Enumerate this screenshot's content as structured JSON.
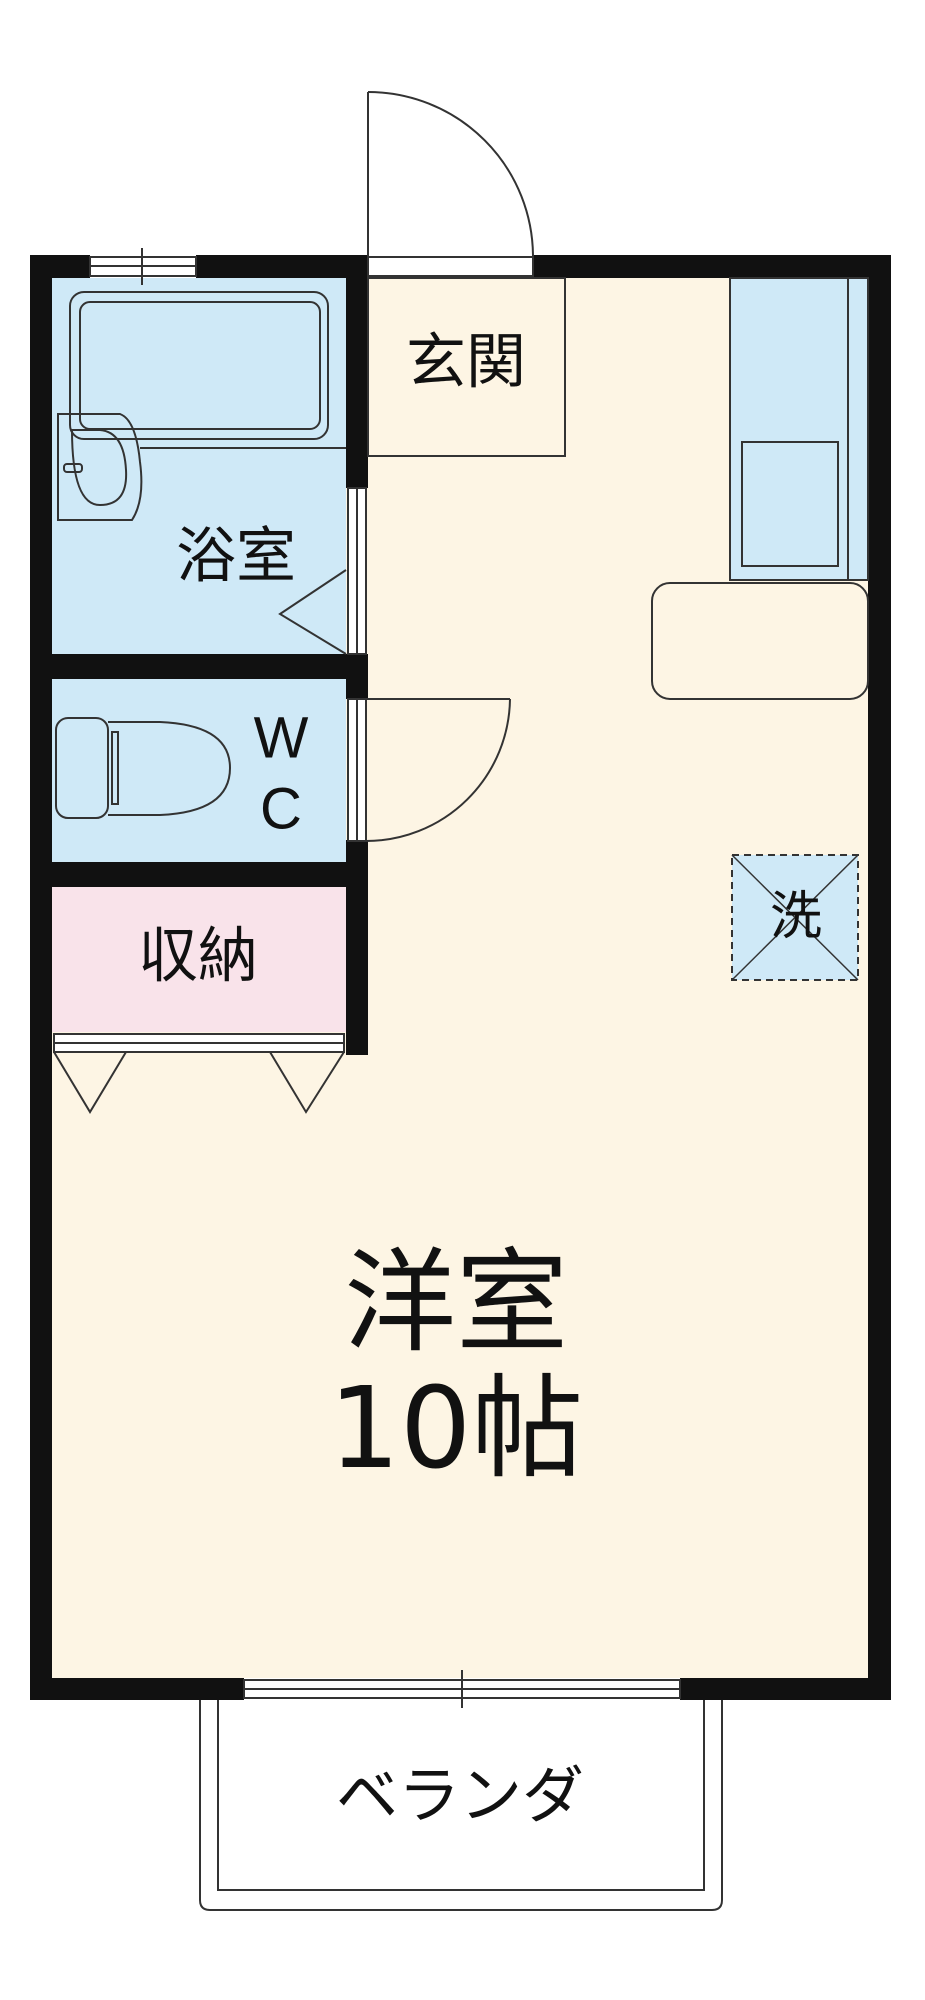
{
  "colors": {
    "wall": "#111111",
    "western_room_floor": "#fdf5e4",
    "wet_area_floor": "#cfe9f7",
    "storage_floor": "#f9e3ea",
    "entrance_floor": "#fdf5e4",
    "veranda_floor": "#ffffff"
  },
  "rooms": {
    "entrance": {
      "label": "玄関"
    },
    "bathroom": {
      "label": "浴室"
    },
    "wc": {
      "label_line1": "W",
      "label_line2": "C"
    },
    "storage": {
      "label": "収納"
    },
    "washer": {
      "label": "洗"
    },
    "western_room": {
      "label": "洋室",
      "size": "10帖"
    },
    "veranda": {
      "label": "ベランダ"
    }
  }
}
